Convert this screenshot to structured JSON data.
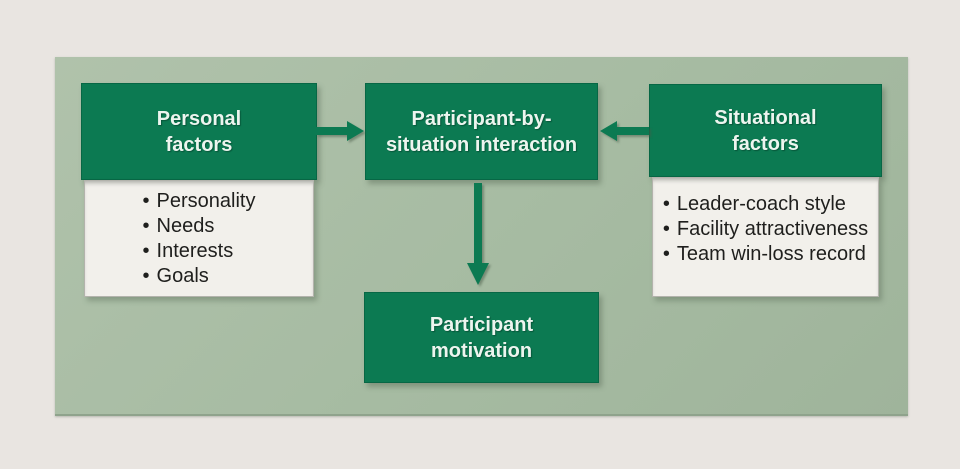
{
  "colors": {
    "background": "#e9e5e1",
    "panel_green": "#a6bba2",
    "box_green": "#0c7a52",
    "box_title_text": "#edf5ef",
    "list_background": "#f2f0eb",
    "list_text": "#1f1f1d"
  },
  "bullet": "•",
  "boxes": {
    "personal": {
      "title_lines": [
        "Personal",
        "factors"
      ],
      "items": [
        "Personality",
        "Needs",
        "Interests",
        "Goals"
      ]
    },
    "interaction": {
      "title_lines": [
        "Participant-by-",
        "situation interaction"
      ]
    },
    "situational": {
      "title_lines": [
        "Situational",
        "factors"
      ],
      "items": [
        "Leader-coach style",
        "Facility attractiveness",
        "Team win-loss record"
      ]
    },
    "motivation": {
      "title_lines": [
        "Participant",
        "motivation"
      ]
    }
  },
  "arrows": {
    "personal_to_interaction": "right-arrow",
    "situational_to_interaction": "left-arrow",
    "interaction_to_motivation": "down-arrow"
  }
}
